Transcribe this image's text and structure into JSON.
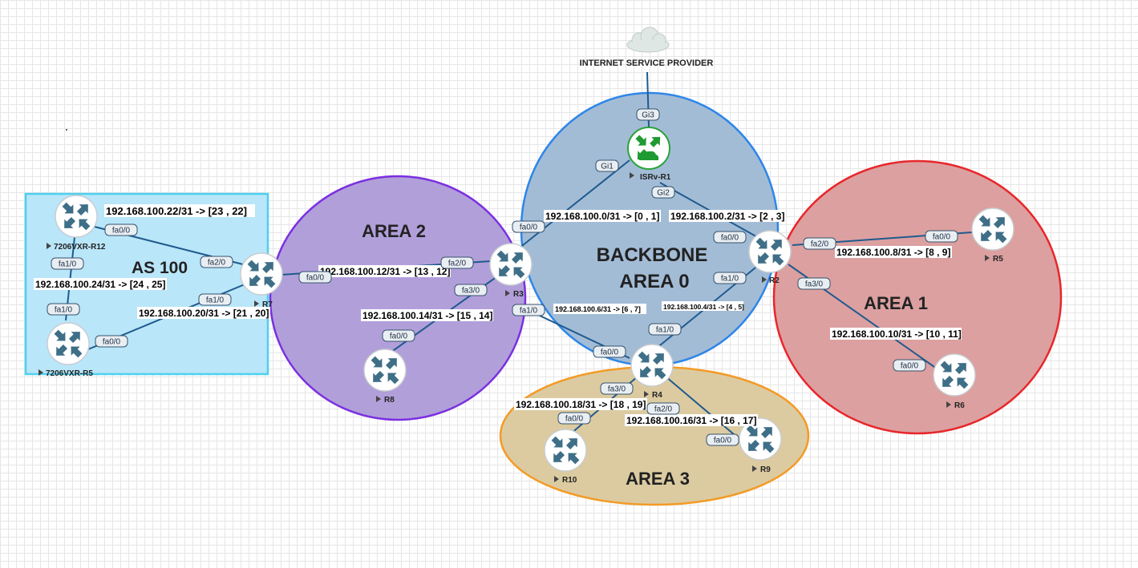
{
  "areas": {
    "backbone": {
      "line1": "BACKBONE",
      "line2": "AREA 0"
    },
    "area1": "AREA 1",
    "area2": "AREA 2",
    "area3": "AREA 3",
    "as100": "AS 100"
  },
  "isp_label": "INTERNET SERVICE PROVIDER",
  "routers": {
    "isrv": "ISRv-R1",
    "r2": "R2",
    "r3": "R3",
    "r4": "R4",
    "r5": "R5",
    "r6": "R6",
    "r7": "R7",
    "r8": "R8",
    "r9": "R9",
    "r10": "R10",
    "r12": "7206VXR-R12",
    "r5b": "7206VXR-R5"
  },
  "subnets": {
    "s0": "192.168.100.0/31 -> [0 , 1]",
    "s2": "192.168.100.2/31 -> [2 , 3]",
    "s4": "192.168.100.4/31 -> [4 , 5]",
    "s6": "192.168.100.6/31 -> [6 , 7]",
    "s8": "192.168.100.8/31 -> [8 , 9]",
    "s10": "192.168.100.10/31 -> [10 , 11]",
    "s12": "192.168.100.12/31 -> [13 , 12]",
    "s14": "192.168.100.14/31 -> [15 , 14]",
    "s16": "192.168.100.16/31 -> [16 , 17]",
    "s18": "192.168.100.18/31 -> [18 , 19]",
    "s20": "192.168.100.20/31 -> [21 , 20]",
    "s22": "192.168.100.22/31 -> [23 , 22]",
    "s24": "192.168.100.24/31 -> [24 , 25]"
  },
  "interfaces": {
    "isp_gi3": "Gi3",
    "isp_gi1": "Gi1",
    "isp_gi2": "Gi2",
    "r3_fa00": "fa0/0",
    "r3_fa20": "fa2/0",
    "r3_fa30": "fa3/0",
    "r3_fa10": "fa1/0",
    "r2_fa00": "fa0/0",
    "r2_fa20": "fa2/0",
    "r2_fa30": "fa3/0",
    "r2_fa10": "fa1/0",
    "r4_fa00": "fa0/0",
    "r4_fa10": "fa1/0",
    "r4_fa30": "fa3/0",
    "r4_fa20": "fa2/0",
    "r5_fa00": "fa0/0",
    "r6_fa00": "fa0/0",
    "r7_fa00": "fa0/0",
    "r7_fa20": "fa2/0",
    "r7_fa10": "fa1/0",
    "r8_fa00": "fa0/0",
    "r9_fa00": "fa0/0",
    "r10_fa00": "fa0/0",
    "r12_fa00": "fa0/0",
    "r12_fa10": "fa1/0",
    "r5b_fa10": "fa1/0",
    "r5b_fa00": "fa0/0"
  },
  "colors": {
    "backbone_fill": "#a3bcd6",
    "backbone_stroke": "#2e86e8",
    "area1_fill": "#dca0a0",
    "area1_stroke": "#e8262a",
    "area2_fill": "#b19fda",
    "area2_stroke": "#7b2fe0",
    "area3_fill": "#dccba1",
    "area3_stroke": "#f39b27",
    "as100_fill": "#b9e6f9",
    "as100_stroke": "#4fd0ee",
    "router": "#3f6e87",
    "isrv_border": "#29a33a",
    "link": "#1f5a8e"
  }
}
